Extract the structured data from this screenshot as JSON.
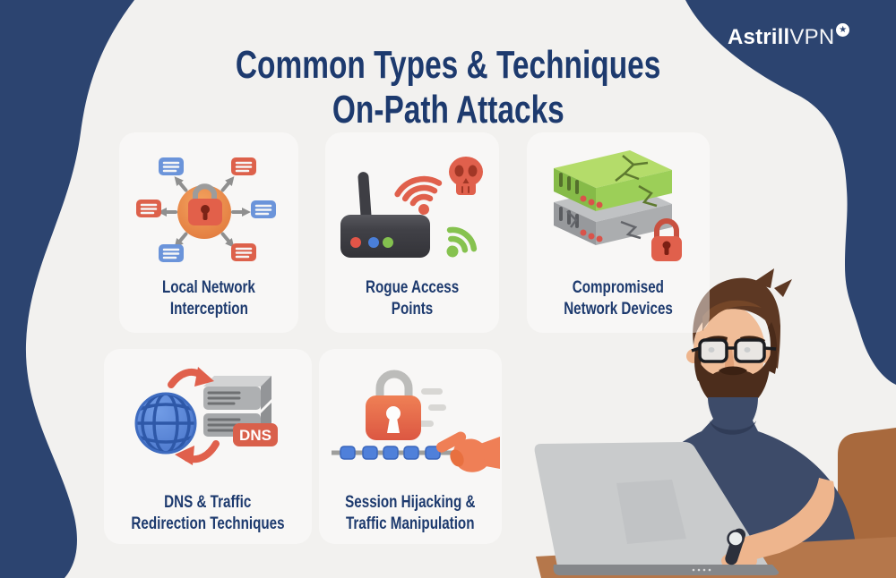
{
  "brand": {
    "name_bold": "Astrill",
    "name_light": "VPN",
    "badge_star": "★"
  },
  "title": {
    "line1": "Common Types & Techniques",
    "line2": "On-Path Attacks"
  },
  "cards": [
    {
      "label_line1": "Local Network",
      "label_line2": "Interception"
    },
    {
      "label_line1": "Rogue Access",
      "label_line2": "Points"
    },
    {
      "label_line1": "Compromised",
      "label_line2": "Network Devices"
    },
    {
      "label_line1": "DNS & Traffic",
      "label_line2": "Redirection Techniques"
    },
    {
      "label_line1": "Session Hijacking &",
      "label_line2": "Traffic Manipulation"
    }
  ],
  "icons": {
    "dns_badge": "DNS"
  },
  "colors": {
    "navy_shape": "#2c4470",
    "title_text": "#1d3a6e",
    "background": "#f2f1ef",
    "accent_red": "#e0604c",
    "accent_blue": "#5b87d8",
    "accent_green": "#86c24f",
    "accent_orange": "#ef8a4e",
    "desk_brown": "#b5774b",
    "chair_brown": "#a8693d",
    "shirt_navy": "#3d4b69"
  }
}
